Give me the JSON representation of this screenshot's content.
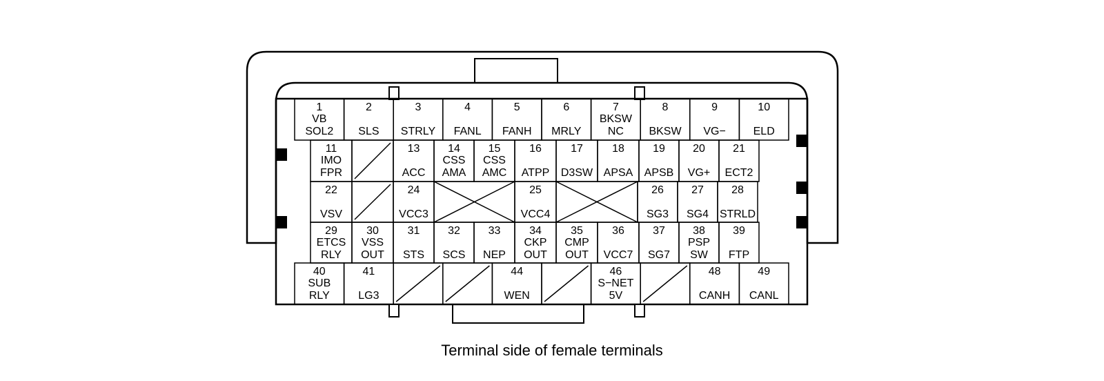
{
  "caption": "Terminal side of female terminals",
  "colors": {
    "line": "#000000",
    "background": "#ffffff"
  },
  "terminals": [
    {
      "row": 1,
      "num": "1",
      "label": [
        "VB",
        "SOL2"
      ]
    },
    {
      "row": 1,
      "num": "2",
      "label": [
        "SLS"
      ]
    },
    {
      "row": 1,
      "num": "3",
      "label": [
        "STRLY"
      ]
    },
    {
      "row": 1,
      "num": "4",
      "label": [
        "FANL"
      ]
    },
    {
      "row": 1,
      "num": "5",
      "label": [
        "FANH"
      ]
    },
    {
      "row": 1,
      "num": "6",
      "label": [
        "MRLY"
      ]
    },
    {
      "row": 1,
      "num": "7",
      "label": [
        "BKSW",
        "NC"
      ]
    },
    {
      "row": 1,
      "num": "8",
      "label": [
        "BKSW"
      ]
    },
    {
      "row": 1,
      "num": "9",
      "label": [
        "VG−"
      ]
    },
    {
      "row": 1,
      "num": "10",
      "label": [
        "ELD"
      ]
    },
    {
      "row": 2,
      "num": "11",
      "label": [
        "IMO",
        "FPR"
      ]
    },
    {
      "row": 2,
      "empty": "single"
    },
    {
      "row": 2,
      "num": "13",
      "label": [
        "ACC"
      ]
    },
    {
      "row": 2,
      "num": "14",
      "label": [
        "CSS",
        "AMA"
      ]
    },
    {
      "row": 2,
      "num": "15",
      "label": [
        "CSS",
        "AMC"
      ]
    },
    {
      "row": 2,
      "num": "16",
      "label": [
        "ATPP"
      ]
    },
    {
      "row": 2,
      "num": "17",
      "label": [
        "D3SW"
      ]
    },
    {
      "row": 2,
      "num": "18",
      "label": [
        "APSA"
      ]
    },
    {
      "row": 2,
      "num": "19",
      "label": [
        "APSB"
      ]
    },
    {
      "row": 2,
      "num": "20",
      "label": [
        "VG+"
      ]
    },
    {
      "row": 2,
      "num": "21",
      "label": [
        "ECT2"
      ]
    },
    {
      "row": 3,
      "num": "22",
      "label": [
        "VSV"
      ]
    },
    {
      "row": 3,
      "empty": "single"
    },
    {
      "row": 3,
      "num": "24",
      "label": [
        "VCC3"
      ]
    },
    {
      "row": 3,
      "empty": "cross"
    },
    {
      "row": 3,
      "num": "25",
      "label": [
        "VCC4"
      ]
    },
    {
      "row": 3,
      "empty": "cross"
    },
    {
      "row": 3,
      "num": "26",
      "label": [
        "SG3"
      ]
    },
    {
      "row": 3,
      "num": "27",
      "label": [
        "SG4"
      ]
    },
    {
      "row": 3,
      "num": "28",
      "label": [
        "STRLD"
      ]
    },
    {
      "row": 4,
      "num": "29",
      "label": [
        "ETCS",
        "RLY"
      ]
    },
    {
      "row": 4,
      "num": "30",
      "label": [
        "VSS",
        "OUT"
      ]
    },
    {
      "row": 4,
      "num": "31",
      "label": [
        "STS"
      ]
    },
    {
      "row": 4,
      "num": "32",
      "label": [
        "SCS"
      ]
    },
    {
      "row": 4,
      "num": "33",
      "label": [
        "NEP"
      ]
    },
    {
      "row": 4,
      "num": "34",
      "label": [
        "CKP",
        "OUT"
      ]
    },
    {
      "row": 4,
      "num": "35",
      "label": [
        "CMP",
        "OUT"
      ]
    },
    {
      "row": 4,
      "num": "36",
      "label": [
        "VCC7"
      ]
    },
    {
      "row": 4,
      "num": "37",
      "label": [
        "SG7"
      ]
    },
    {
      "row": 4,
      "num": "38",
      "label": [
        "PSP",
        "SW"
      ]
    },
    {
      "row": 4,
      "num": "39",
      "label": [
        "FTP"
      ]
    },
    {
      "row": 5,
      "num": "40",
      "label": [
        "SUB",
        "RLY"
      ]
    },
    {
      "row": 5,
      "num": "41",
      "label": [
        "LG3"
      ]
    },
    {
      "row": 5,
      "empty": "single"
    },
    {
      "row": 5,
      "empty": "single"
    },
    {
      "row": 5,
      "num": "44",
      "label": [
        "WEN"
      ]
    },
    {
      "row": 5,
      "empty": "single"
    },
    {
      "row": 5,
      "num": "46",
      "label": [
        "S−NET",
        "5V"
      ]
    },
    {
      "row": 5,
      "empty": "single"
    },
    {
      "row": 5,
      "num": "48",
      "label": [
        "CANH"
      ]
    },
    {
      "row": 5,
      "num": "49",
      "label": [
        "CANL"
      ]
    }
  ]
}
